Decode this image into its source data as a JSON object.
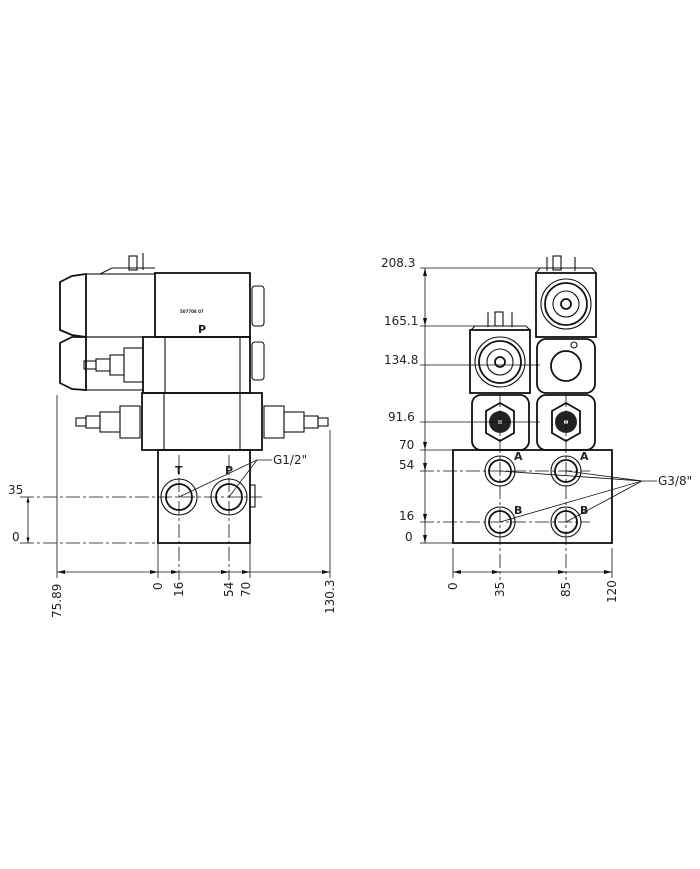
{
  "side_view": {
    "horizontal_dims": [
      "75.89",
      "0",
      "16",
      "54",
      "70",
      "130.3"
    ],
    "vertical_dims": [
      "35",
      "0"
    ],
    "port_labels": [
      "T",
      "P"
    ],
    "thread_label": "G1/2\"",
    "body_label": "P",
    "part_number": "507708 07"
  },
  "front_view": {
    "vertical_dims": [
      "208.3",
      "165.1",
      "134.8",
      "91.6",
      "70",
      "54",
      "16",
      "0"
    ],
    "horizontal_dims": [
      "0",
      "35",
      "85",
      "120"
    ],
    "port_labels": [
      "A",
      "A",
      "B",
      "B"
    ],
    "thread_label": "G3/8\""
  }
}
